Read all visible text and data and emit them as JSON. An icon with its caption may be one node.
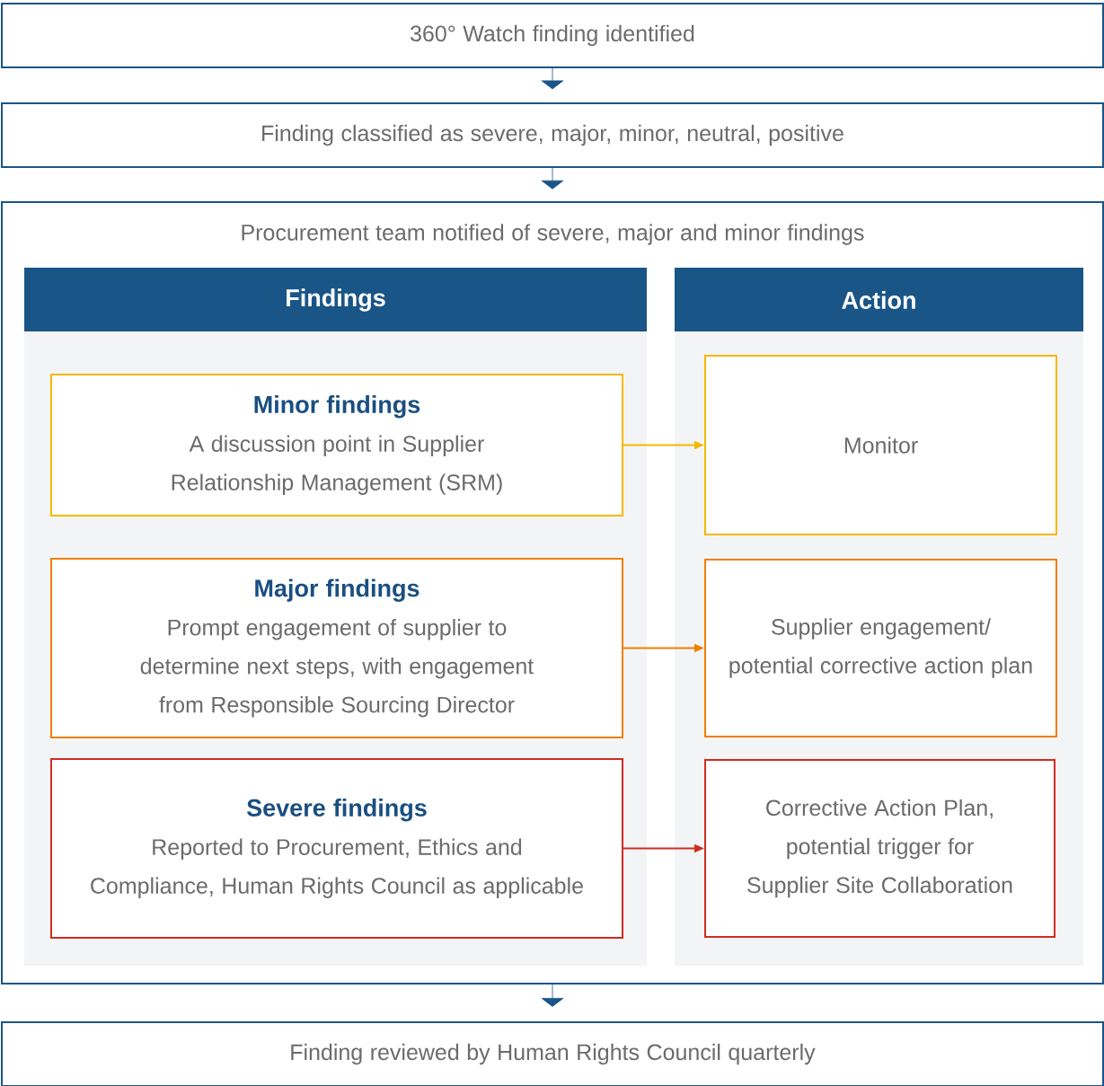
{
  "diagram": {
    "nodes": [
      {
        "text": [
          "360° Watch finding identified"
        ]
      },
      {
        "text": [
          "Finding classified as severe, major, minor, neutral, positive"
        ]
      },
      {
        "text": [
          "Procurement team notified of severe, major and minor findings"
        ]
      },
      {
        "text": [
          "Findings"
        ],
        "in": 2
      },
      {
        "text": [
          "Action"
        ],
        "in": 2
      },
      {
        "text": [
          "Minor findings",
          "A discussion point in Supplier Relationship Management (SRM)"
        ],
        "in": 3
      },
      {
        "text": [
          "Major findings",
          "Prompt engagement of supplier to determine next steps, with engagement from Responsible Sourcing Director"
        ],
        "in": 3
      },
      {
        "text": [
          "Severe findings",
          "Reported to Procurement, Ethics and Compliance, Human Rights Council as applicable"
        ],
        "in": 3
      },
      {
        "text": [
          "Monitor"
        ],
        "in": 4
      },
      {
        "text": [
          "Supplier engagement/ potential corrective action plan"
        ],
        "in": 4
      },
      {
        "text": [
          "Corrective Action Plan, potential trigger for Supplier Site Collaboration"
        ],
        "in": 4
      },
      {
        "text": [
          "Finding reviewed by Human Rights Council quarterly"
        ]
      }
    ],
    "edges": [
      {
        "from": 0,
        "to": 1,
        "arrow": "to",
        "color": "#1a5587"
      },
      {
        "from": 1,
        "to": 2,
        "arrow": "to",
        "color": "#1a5587"
      },
      {
        "from": 2,
        "to": 11,
        "arrow": "to",
        "color": "#1a5587"
      },
      {
        "from": 5,
        "to": 8,
        "arrow": "to",
        "color": "#f5b800"
      },
      {
        "from": 6,
        "to": 9,
        "arrow": "to",
        "color": "#f07f00"
      },
      {
        "from": 7,
        "to": 10,
        "arrow": "to",
        "color": "#d02c22"
      }
    ]
  }
}
